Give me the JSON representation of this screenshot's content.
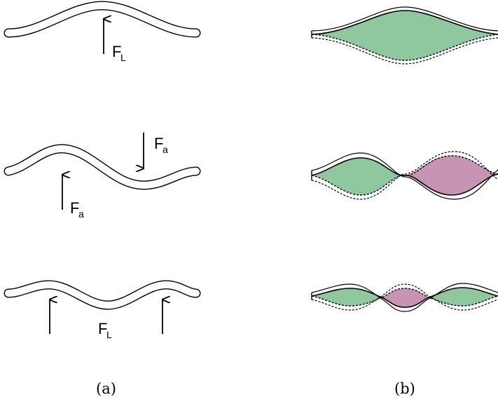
{
  "panel_a": {
    "caption": "(a)",
    "force_lift": "F",
    "force_lift_sub": "L",
    "force_axial": "F",
    "force_axial_sub": "a"
  },
  "panel_b": {
    "caption": "(b)"
  },
  "colors": {
    "stroke": "#000000",
    "positive_fill": "#8fc89f",
    "negative_fill": "#c894b4"
  }
}
